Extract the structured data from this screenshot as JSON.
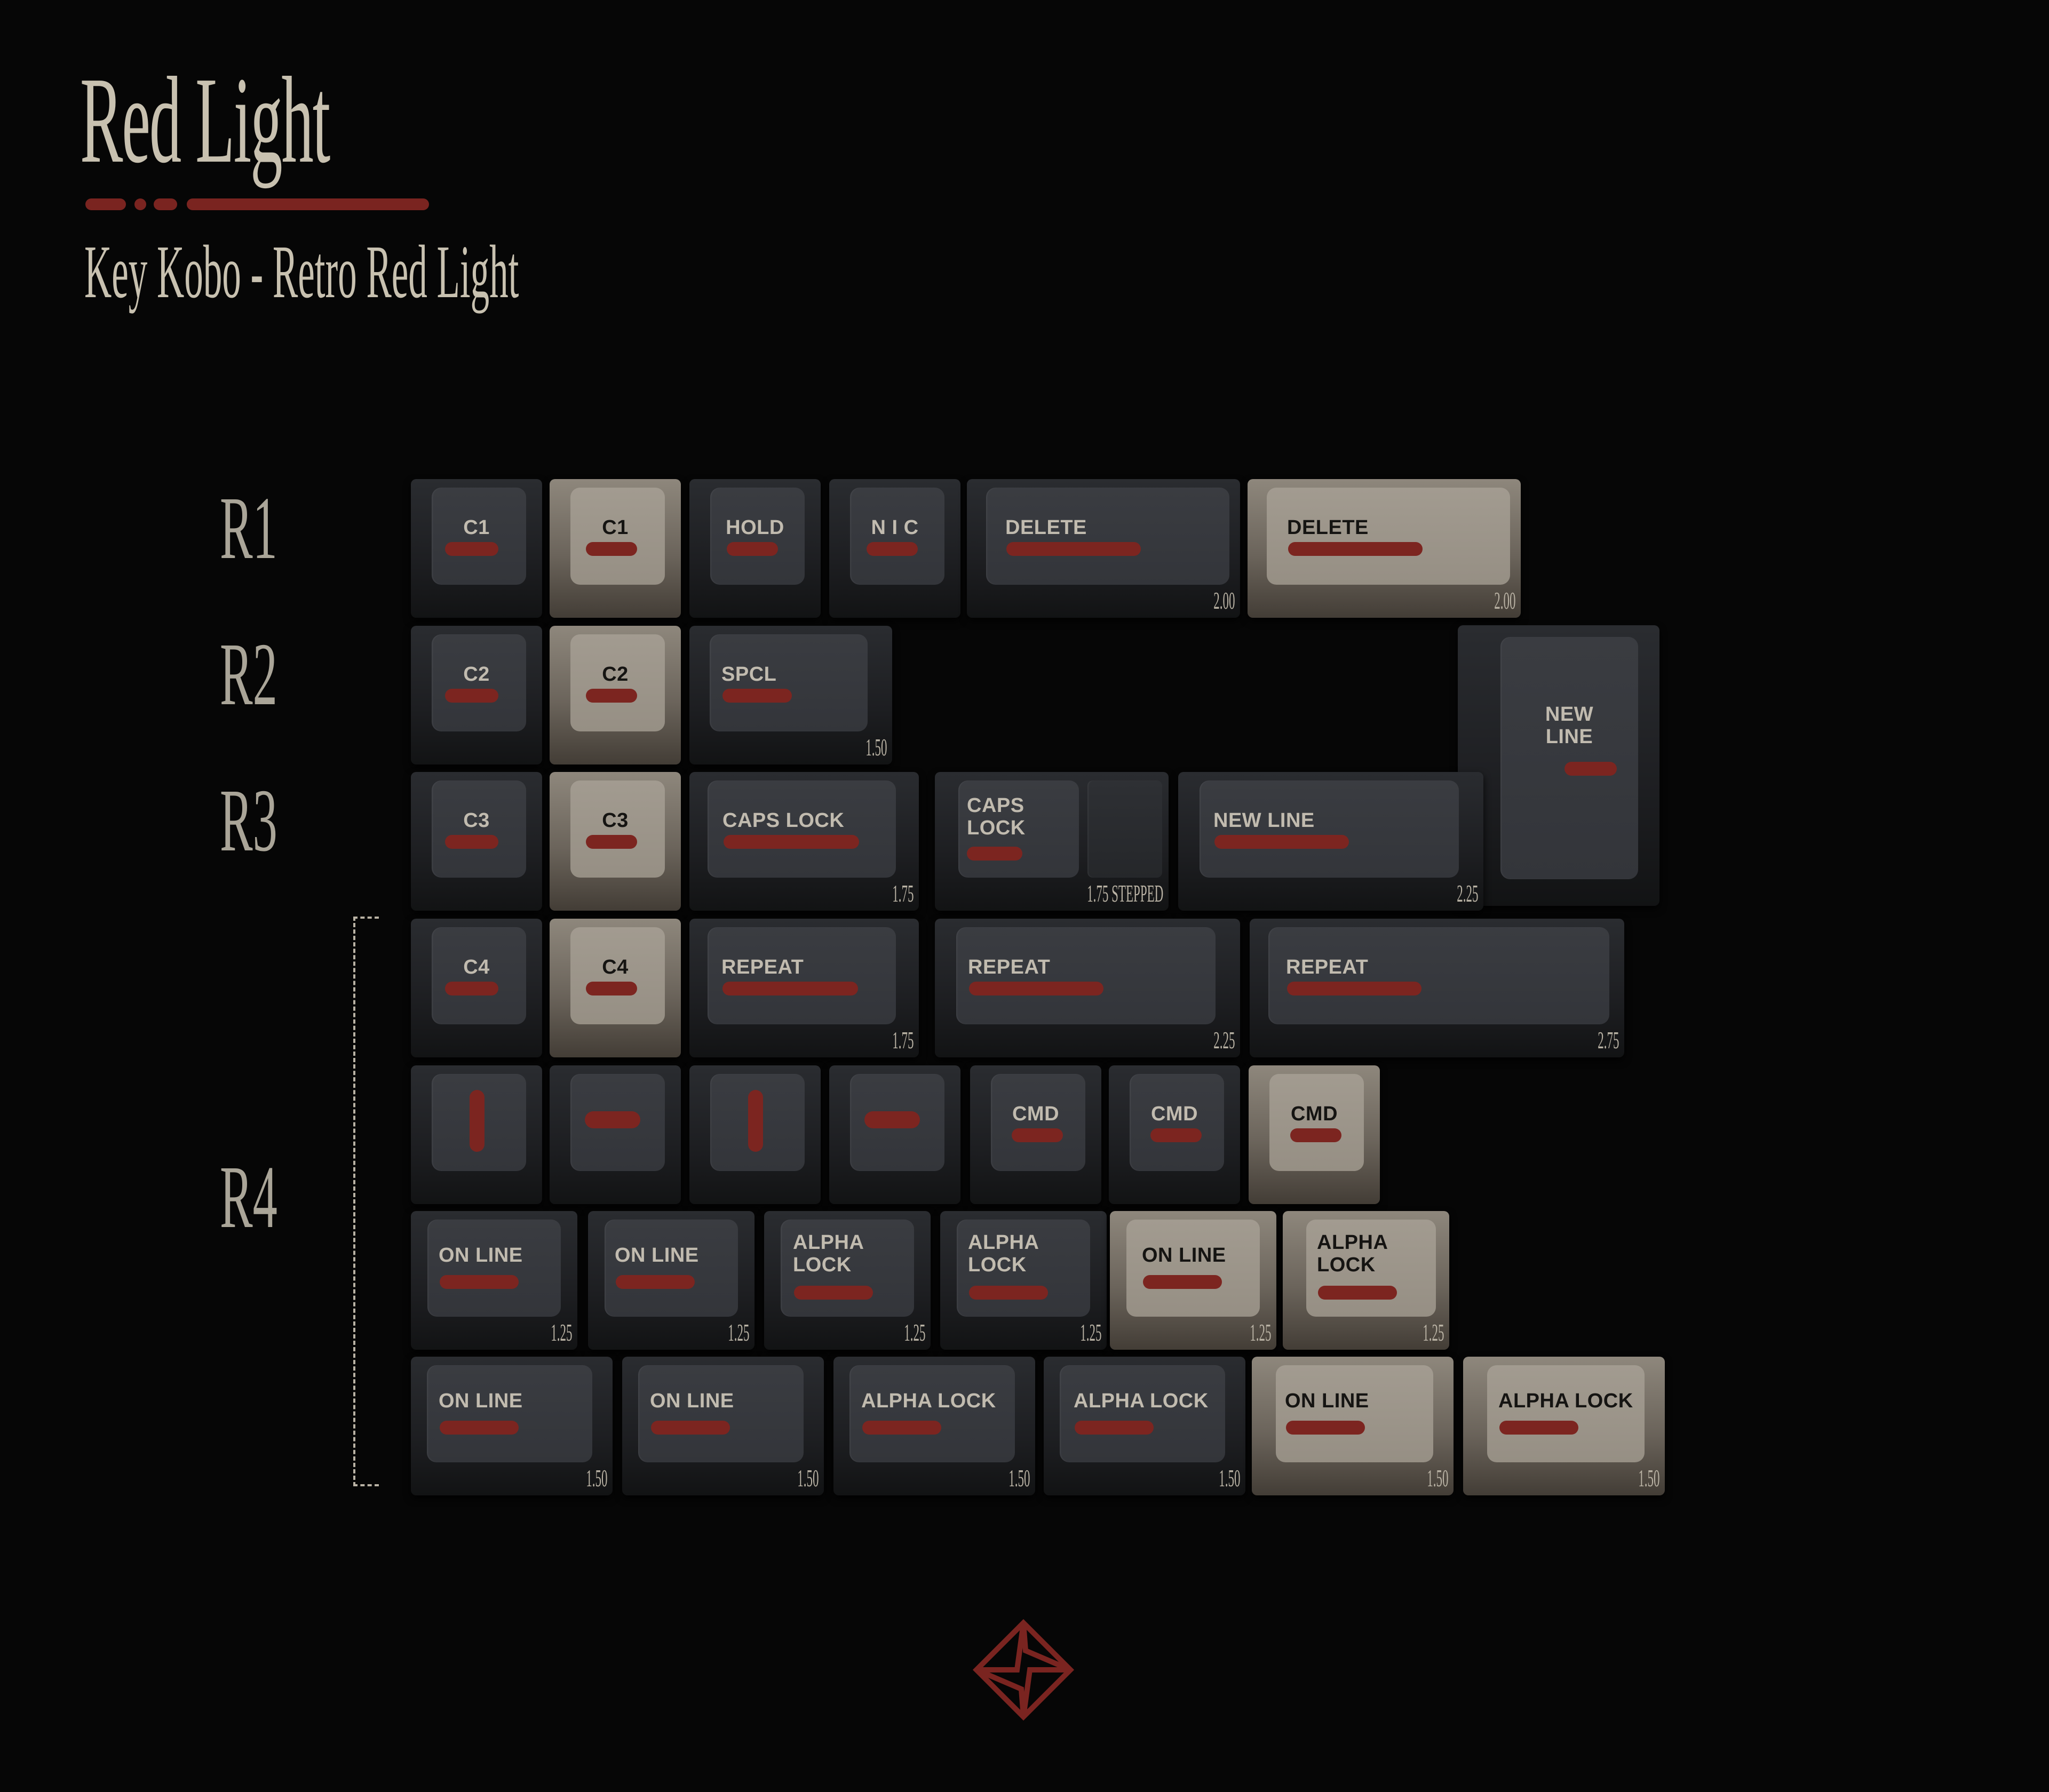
{
  "header": {
    "title": "Red Light",
    "subtitle": "Key Kobo - Retro Red Light",
    "accent_color": "#7a2420",
    "text_color": "#c8c1b0"
  },
  "row_labels": [
    "R1",
    "R2",
    "R3",
    "R4"
  ],
  "colors": {
    "dark_keycap": "#35373c",
    "light_keycap": "#9c958a",
    "legend_bar": "#7c2520"
  },
  "keys": [
    {
      "row": "R1",
      "legend": "C1",
      "color": "dark",
      "size": ""
    },
    {
      "row": "R1",
      "legend": "C1",
      "color": "light",
      "size": ""
    },
    {
      "row": "R1",
      "legend": "HOLD",
      "color": "dark",
      "size": ""
    },
    {
      "row": "R1",
      "legend": "N I C",
      "color": "dark",
      "size": ""
    },
    {
      "row": "R1",
      "legend": "DELETE",
      "color": "dark",
      "size": "2.00"
    },
    {
      "row": "R1",
      "legend": "DELETE",
      "color": "light",
      "size": "2.00"
    },
    {
      "row": "R2",
      "legend": "C2",
      "color": "dark",
      "size": ""
    },
    {
      "row": "R2",
      "legend": "C2",
      "color": "light",
      "size": ""
    },
    {
      "row": "R2",
      "legend": "SPCL",
      "color": "dark",
      "size": "1.50"
    },
    {
      "row": "R2-R3",
      "legend": "NEW\nLINE",
      "color": "dark",
      "size": ""
    },
    {
      "row": "R3",
      "legend": "C3",
      "color": "dark",
      "size": ""
    },
    {
      "row": "R3",
      "legend": "C3",
      "color": "light",
      "size": ""
    },
    {
      "row": "R3",
      "legend": "CAPS LOCK",
      "color": "dark",
      "size": "1.75"
    },
    {
      "row": "R3",
      "legend": "CAPS\nLOCK",
      "color": "dark",
      "size": "1.75 STEPPED"
    },
    {
      "row": "R3",
      "legend": "NEW LINE",
      "color": "dark",
      "size": "2.25"
    },
    {
      "row": "R4",
      "legend": "C4",
      "color": "dark",
      "size": ""
    },
    {
      "row": "R4",
      "legend": "C4",
      "color": "light",
      "size": ""
    },
    {
      "row": "R4",
      "legend": "REPEAT",
      "color": "dark",
      "size": "1.75"
    },
    {
      "row": "R4",
      "legend": "REPEAT",
      "color": "dark",
      "size": "2.25"
    },
    {
      "row": "R4",
      "legend": "REPEAT",
      "color": "dark",
      "size": "2.75"
    },
    {
      "row": "R4",
      "legend": "",
      "color": "dark",
      "size": "",
      "bar": "vertical"
    },
    {
      "row": "R4",
      "legend": "",
      "color": "dark",
      "size": "",
      "bar": "horizontal"
    },
    {
      "row": "R4",
      "legend": "",
      "color": "dark",
      "size": "",
      "bar": "vertical"
    },
    {
      "row": "R4",
      "legend": "",
      "color": "dark",
      "size": "",
      "bar": "horizontal"
    },
    {
      "row": "R4",
      "legend": "CMD",
      "color": "dark",
      "size": ""
    },
    {
      "row": "R4",
      "legend": "CMD",
      "color": "dark",
      "size": ""
    },
    {
      "row": "R4",
      "legend": "CMD",
      "color": "light",
      "size": ""
    },
    {
      "row": "R4",
      "legend": "ON LINE",
      "color": "dark",
      "size": "1.25"
    },
    {
      "row": "R4",
      "legend": "ON LINE",
      "color": "dark",
      "size": "1.25"
    },
    {
      "row": "R4",
      "legend": "ALPHA\nLOCK",
      "color": "dark",
      "size": "1.25"
    },
    {
      "row": "R4",
      "legend": "ALPHA\nLOCK",
      "color": "dark",
      "size": "1.25"
    },
    {
      "row": "R4",
      "legend": "ON LINE",
      "color": "light",
      "size": "1.25"
    },
    {
      "row": "R4",
      "legend": "ALPHA\nLOCK",
      "color": "light",
      "size": "1.25"
    },
    {
      "row": "R4",
      "legend": "ON LINE",
      "color": "dark",
      "size": "1.50"
    },
    {
      "row": "R4",
      "legend": "ON LINE",
      "color": "dark",
      "size": "1.50"
    },
    {
      "row": "R4",
      "legend": "ALPHA LOCK",
      "color": "dark",
      "size": "1.50"
    },
    {
      "row": "R4",
      "legend": "ALPHA LOCK",
      "color": "dark",
      "size": "1.50"
    },
    {
      "row": "R4",
      "legend": "ON LINE",
      "color": "light",
      "size": "1.50"
    },
    {
      "row": "R4",
      "legend": "ALPHA LOCK",
      "color": "light",
      "size": "1.50"
    }
  ],
  "logo": {
    "icon": "key-kobo-diamond-logo",
    "color": "#7a2420"
  }
}
